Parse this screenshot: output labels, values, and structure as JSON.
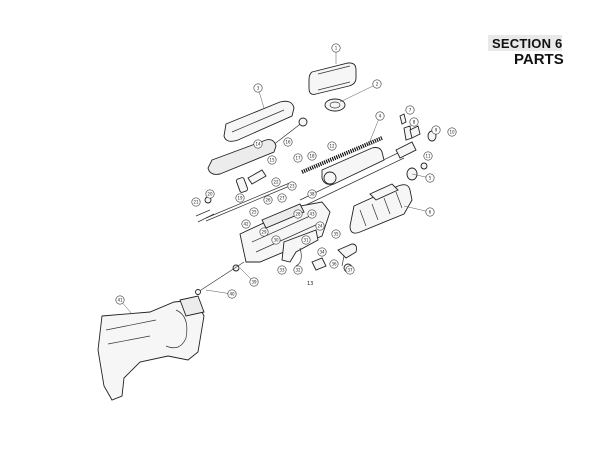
{
  "header": {
    "section": "SECTION 6",
    "title": "PARTS"
  },
  "callouts": [
    "1",
    "2",
    "3",
    "4",
    "5",
    "6",
    "7",
    "8",
    "9",
    "10",
    "11",
    "12",
    "14",
    "15",
    "16",
    "17",
    "18",
    "19",
    "20",
    "21",
    "22",
    "23",
    "24",
    "25",
    "26",
    "27",
    "28",
    "29",
    "30",
    "31",
    "32",
    "33",
    "34",
    "35",
    "36",
    "37",
    "38",
    "39",
    "40",
    "41",
    "42",
    "43"
  ],
  "loose_number": "13"
}
